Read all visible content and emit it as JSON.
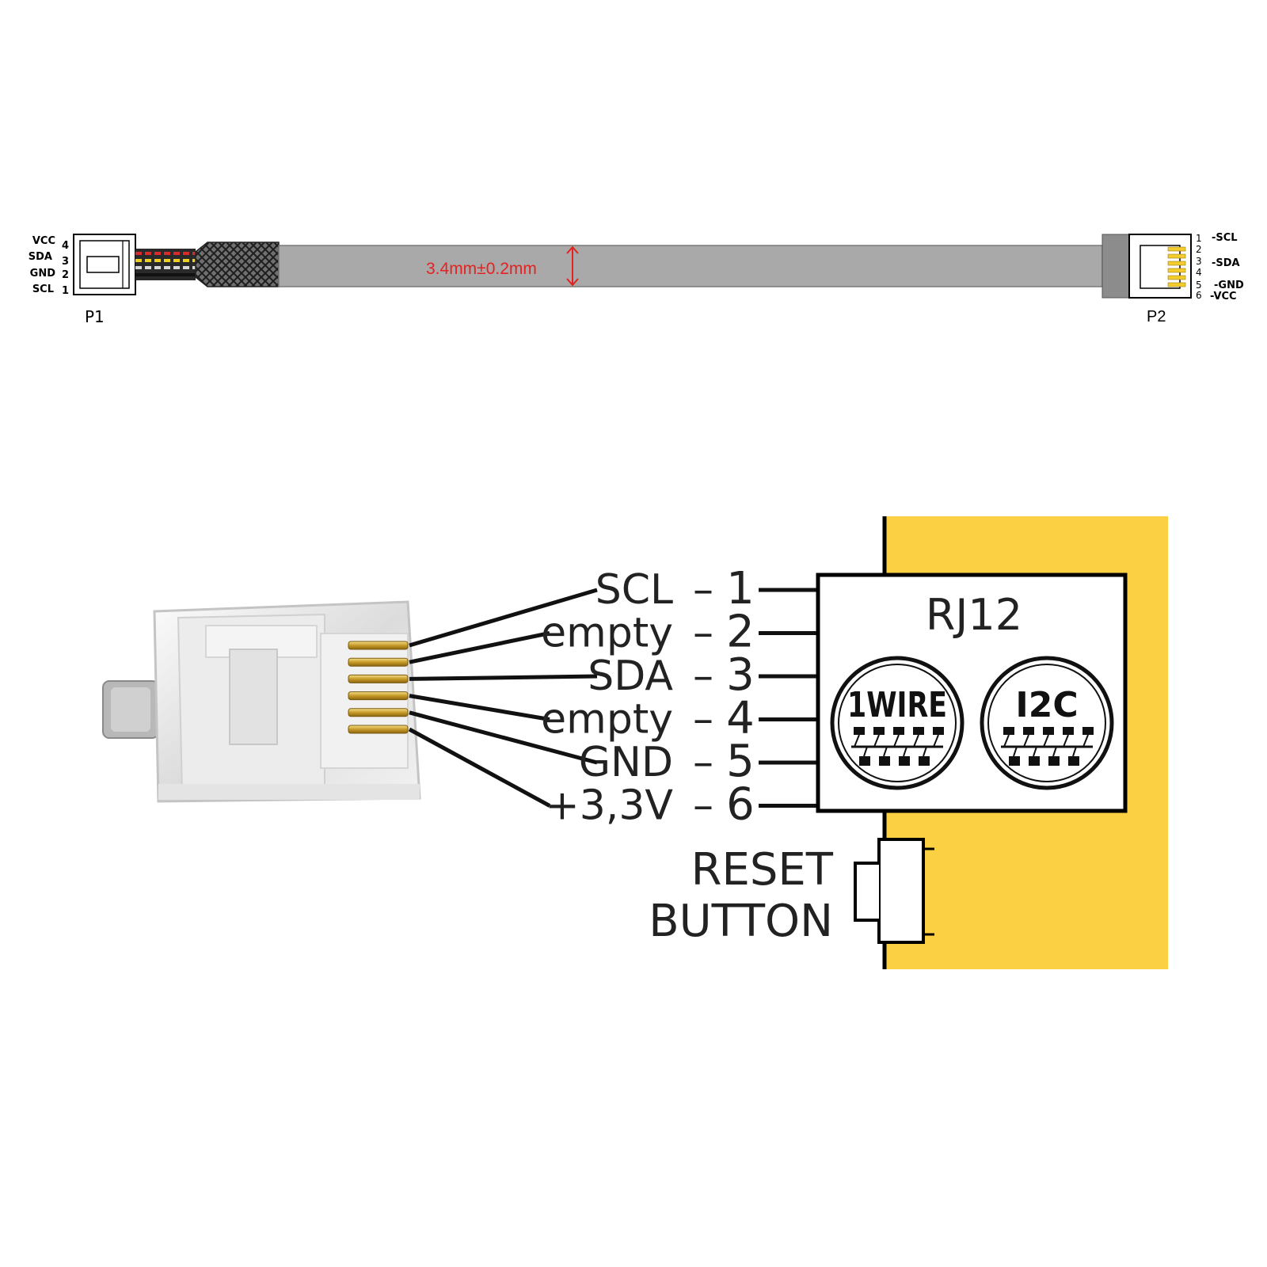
{
  "cable": {
    "p1_label": "P1",
    "p2_label": "P2",
    "dimension": "3.4mm±0.2mm",
    "p1_pins": [
      {
        "name": "VCC",
        "num": "4"
      },
      {
        "name": "SDA",
        "num": "3"
      },
      {
        "name": "GND",
        "num": "2"
      },
      {
        "name": "SCL",
        "num": "1"
      }
    ],
    "p2_pin_numbers": [
      "1",
      "2",
      "3",
      "4",
      "5",
      "6"
    ],
    "p2_signals": [
      "-SCL",
      "-SDA",
      "-GND",
      "-VCC"
    ]
  },
  "pinout": {
    "rows": [
      {
        "label": "SCL",
        "num": "1"
      },
      {
        "label": "empty",
        "num": "2"
      },
      {
        "label": "SDA",
        "num": "3"
      },
      {
        "label": "empty",
        "num": "4"
      },
      {
        "label": "GND",
        "num": "5"
      },
      {
        "label": "+3,3V",
        "num": "6"
      }
    ],
    "dash": "–"
  },
  "device": {
    "port_title": "RJ12",
    "badge_1wire": "1WIRE",
    "badge_i2c": "I2C",
    "reset_line1": "RESET",
    "reset_line2": "BUTTON"
  },
  "colors": {
    "board": "#fbd042",
    "cable_gray": "#a9a9a9",
    "dimension_red": "#e32222",
    "contact_gold": "#c9a13a"
  }
}
